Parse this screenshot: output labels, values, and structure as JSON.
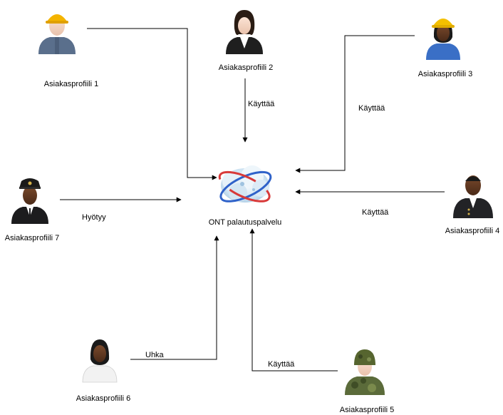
{
  "service": {
    "label": "ONT palautuspalvelu",
    "icon": "cloud-network-icon"
  },
  "profiles": [
    {
      "id": "p1",
      "label": "Asiakasprofiili 1",
      "icon": "construction-worker-icon"
    },
    {
      "id": "p2",
      "label": "Asiakasprofiili 2",
      "icon": "businesswoman-icon"
    },
    {
      "id": "p3",
      "label": "Asiakasprofiili 3",
      "icon": "female-construction-worker-icon"
    },
    {
      "id": "p4",
      "label": "Asiakasprofiili 4",
      "icon": "officer-icon"
    },
    {
      "id": "p5",
      "label": "Asiakasprofiili 5",
      "icon": "soldier-icon"
    },
    {
      "id": "p6",
      "label": "Asiakasprofiili 6",
      "icon": "woman-icon"
    },
    {
      "id": "p7",
      "label": "Asiakasprofiili 7",
      "icon": "pilot-icon"
    }
  ],
  "edges": [
    {
      "from": "p1",
      "label": ""
    },
    {
      "from": "p2",
      "label": "Käyttää"
    },
    {
      "from": "p3",
      "label": "Käyttää"
    },
    {
      "from": "p4",
      "label": "Käyttää"
    },
    {
      "from": "p5",
      "label": "Käyttää"
    },
    {
      "from": "p6",
      "label": "Uhka"
    },
    {
      "from": "p7",
      "label": "Hyötyy"
    }
  ],
  "colors": {
    "line": "#000000",
    "cloud": "#d7e9f5",
    "orbit_blue": "#2f62c9",
    "orbit_red": "#d83a3a"
  }
}
